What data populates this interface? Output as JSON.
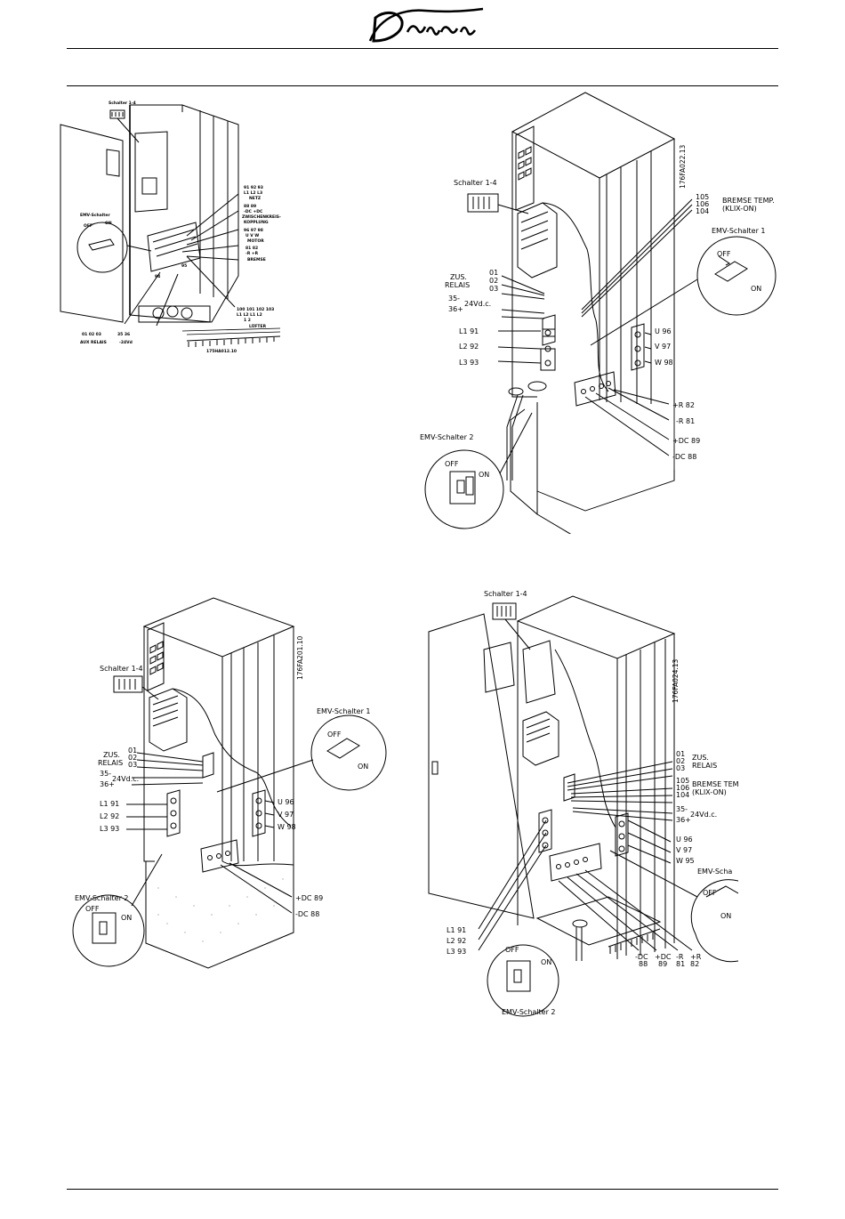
{
  "header": {
    "brand_logo": "Danfoss"
  },
  "fig1": {
    "labels": {
      "schalter": "Schalter 1-4",
      "emv": "EMV-Schalter",
      "off": "OFF",
      "on": "ON",
      "netz_nums": "91 92 93",
      "netz_l": "L1 L2 L3",
      "netz": "NETZ",
      "zw_nums": "88 89",
      "zw_dc": "-DC +DC",
      "zw": "ZWISCHENKREIS-",
      "zw2": "KOPPLUNG",
      "motor_nums": "96 97 98",
      "motor_uvw": "U V W",
      "motor": "MOTOR",
      "br_nums": "81 82",
      "br_r": "-R +R",
      "br": "BREMSE",
      "t95": "95",
      "t94": "94",
      "relais_nums": "01 02 03",
      "relais": "AUX RELAIS",
      "v_nums": "35 36",
      "v24": "-24Vd",
      "fan_nums": "100 101 102 103",
      "fan_l": "L1 L2 L1 L2",
      "fan_sub": "1 2",
      "fan": "LÜFTER",
      "code": "175HA012.10"
    }
  },
  "fig2": {
    "labels": {
      "schalter": "Schalter 1-4",
      "code": "176FA022.13",
      "bt_nums": [
        "105",
        "106",
        "104"
      ],
      "bt": "BREMSE TEMP.",
      "bt2": "(KLIX-ON)",
      "emv1": "EMV-Schalter 1",
      "off": "OFF",
      "on": "ON",
      "zus": "ZUS.",
      "relais": "RELAIS",
      "rel_nums": [
        "01",
        "02",
        "03"
      ],
      "t35": "35-",
      "t36": "36+",
      "v24": "24Vd.c.",
      "l1": "L1 91",
      "l2": "L2 92",
      "l3": "L3 93",
      "u": "U 96",
      "v": "V 97",
      "w": "W 98",
      "r82": "+R 82",
      "r81": "-R 81",
      "dc89": "+DC 89",
      "dc88": "-DC 88",
      "emv2": "EMV-Schalter 2"
    }
  },
  "fig3": {
    "labels": {
      "code": "176FA201.10",
      "schalter": "Schalter 1-4",
      "emv1": "EMV-Schalter 1",
      "off": "OFF",
      "on": "ON",
      "zus": "ZUS.",
      "relais": "RELAIS",
      "rel_nums": [
        "01",
        "02",
        "03"
      ],
      "t35": "35-",
      "t36": "36+",
      "v24": "24Vd.c.",
      "l1": "L1 91",
      "l2": "L2 92",
      "l3": "L3 93",
      "u": "U 96",
      "v": "V 97",
      "w": "W 98",
      "dc89": "+DC 89",
      "dc88": "-DC 88",
      "emv2": "EMV-Schalter 2"
    }
  },
  "fig4": {
    "labels": {
      "schalter": "Schalter 1-4",
      "code": "176FA024.13",
      "rel_nums": [
        "01",
        "02",
        "03"
      ],
      "zus": "ZUS.",
      "relais": "RELAIS",
      "bt_nums": [
        "105",
        "106",
        "104"
      ],
      "bt": "BREMSE TEM",
      "bt2": "(KLIX-ON)",
      "t35": "35-",
      "t36": "36+",
      "v24": "24Vd.c.",
      "u": "U 96",
      "v": "V 97",
      "w": "W 95",
      "emv1": "EMV-Scha",
      "off": "OFF",
      "on": "ON",
      "l1": "L1 91",
      "l2": "L2 92",
      "l3": "L3 93",
      "dc88": "-DC",
      "n88": "88",
      "dc89": "+DC",
      "n89": "89",
      "r81": "-R",
      "n81": "81",
      "r82": "+R",
      "n82": "82",
      "emv2": "EMV-Schalter 2"
    }
  }
}
